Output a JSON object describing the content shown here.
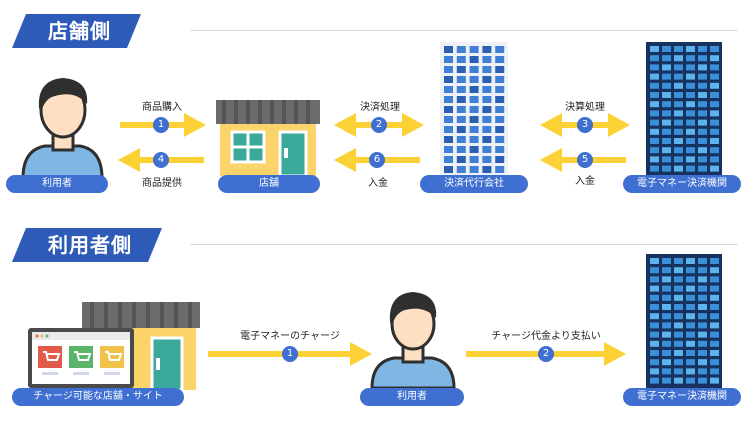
{
  "sections": {
    "store": {
      "title": "店舗側"
    },
    "user": {
      "title": "利用者側"
    }
  },
  "store_side": {
    "nodes": {
      "user": "利用者",
      "store": "店舗",
      "payment_agency": "決済代行会社",
      "emoney_issuer": "電子マネー決済機関"
    },
    "arrows": [
      {
        "step": "1",
        "label": "商品購入"
      },
      {
        "step": "2",
        "label": "決済処理"
      },
      {
        "step": "3",
        "label": "決算処理"
      },
      {
        "step": "4",
        "label": "商品提供"
      },
      {
        "step": "5",
        "label": "入金"
      },
      {
        "step": "6",
        "label": "入金"
      }
    ]
  },
  "user_side": {
    "nodes": {
      "store_site": "チャージ可能な店舗・サイト",
      "user": "利用者",
      "emoney_issuer": "電子マネー決済機関"
    },
    "arrows": [
      {
        "step": "1",
        "label": "電子マネーのチャージ"
      },
      {
        "step": "2",
        "label": "チャージ代金より支払い"
      }
    ]
  },
  "colors": {
    "accent_blue": "#2f5bb8",
    "pill_blue": "#3e6fd1",
    "arrow_yellow": "#fcd136",
    "skin": "#fde0c4",
    "hair": "#2f2f2f",
    "shirt": "#7fb6e3"
  }
}
